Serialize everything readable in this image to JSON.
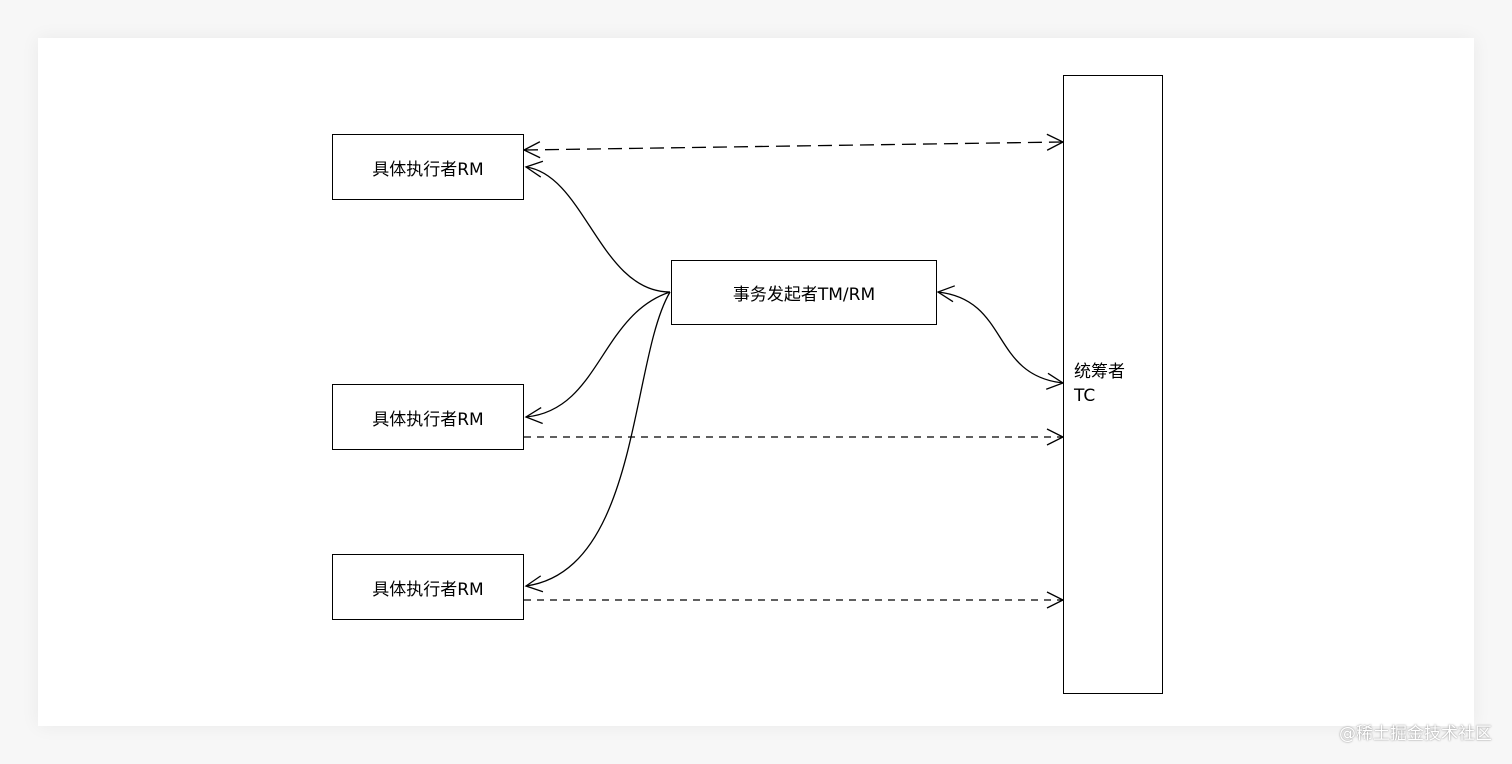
{
  "diagram": {
    "rm_top": "具体执行者RM",
    "rm_mid": "具体执行者RM",
    "rm_bot": "具体执行者RM",
    "tm": "事务发起者TM/RM",
    "tc_line1": "统筹者",
    "tc_line2": "TC"
  },
  "watermark": "@稀土掘金技术社区",
  "colors": {
    "stroke": "#000000",
    "canvas": "#ffffff",
    "page": "#f7f7f7"
  }
}
